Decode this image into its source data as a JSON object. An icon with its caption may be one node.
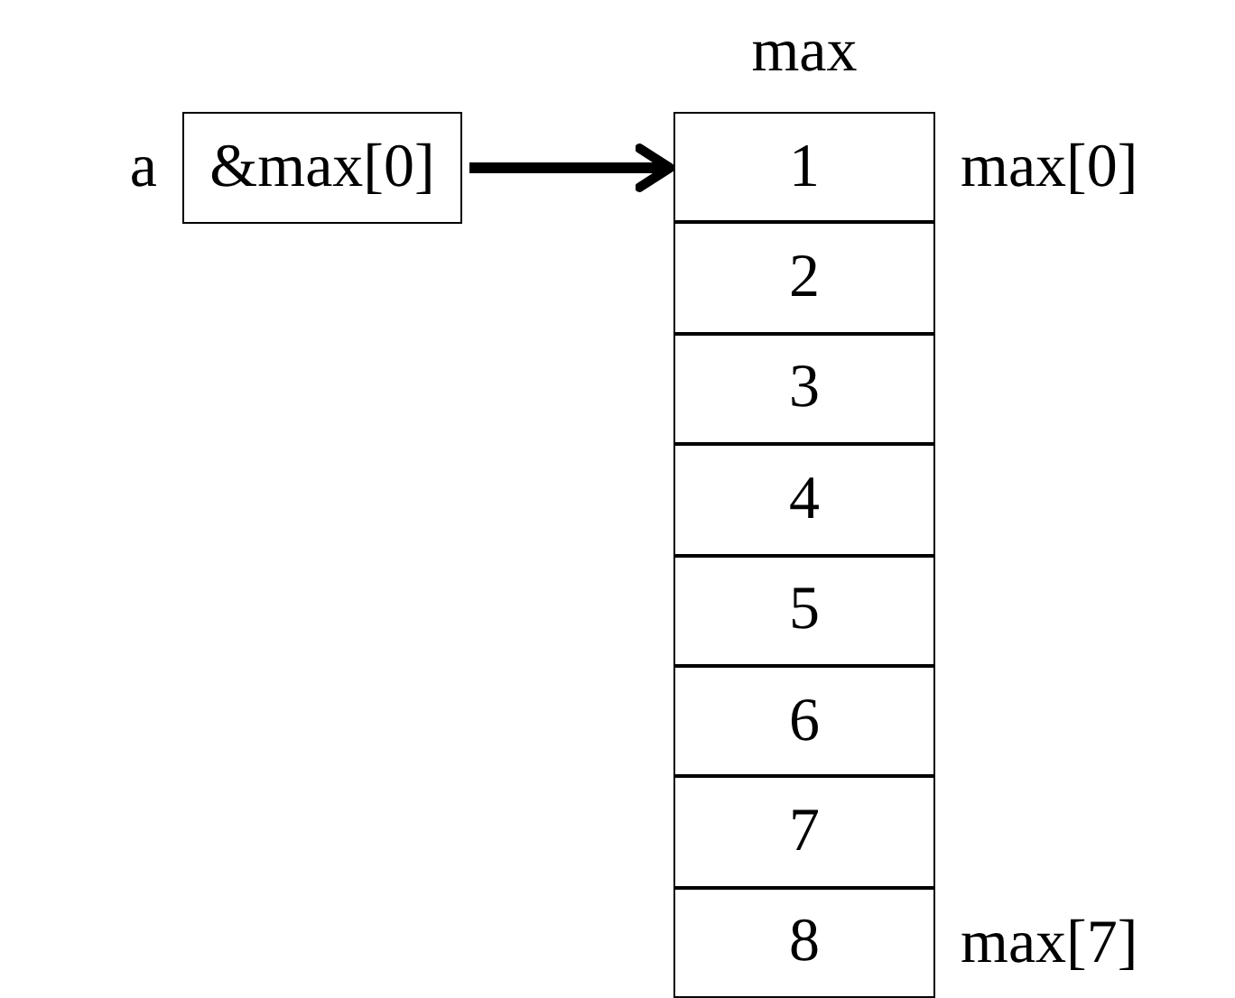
{
  "diagram": {
    "nodes": [
      {
        "text": [
          "&max[0]"
        ],
        "beside": [
          "a"
        ]
      },
      {
        "text": [
          "max"
        ]
      },
      {
        "text": [
          "1"
        ],
        "in": 1,
        "beside": [
          "max[0]"
        ]
      },
      {
        "text": [
          "2"
        ],
        "in": 1
      },
      {
        "text": [
          "3"
        ],
        "in": 1
      },
      {
        "text": [
          "4"
        ],
        "in": 1
      },
      {
        "text": [
          "5"
        ],
        "in": 1
      },
      {
        "text": [
          "6"
        ],
        "in": 1
      },
      {
        "text": [
          "7"
        ],
        "in": 1
      },
      {
        "text": [
          "8"
        ],
        "in": 1,
        "beside": [
          "max[7]"
        ]
      }
    ],
    "edges": [
      {
        "from": 0,
        "to": 2,
        "arrow": "to"
      }
    ]
  }
}
